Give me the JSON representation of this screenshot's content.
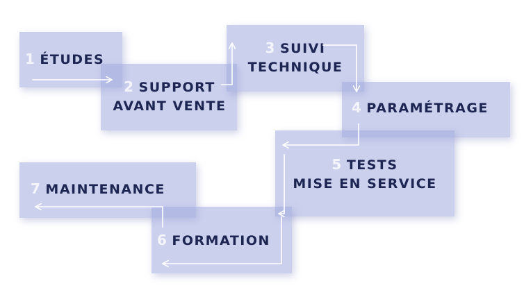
{
  "steps": [
    {
      "number": "1",
      "lines": [
        "ÉTUDES"
      ]
    },
    {
      "number": "2",
      "lines": [
        "SUPPORT",
        "AVANT VENTE"
      ]
    },
    {
      "number": "3",
      "lines": [
        "SUIVI",
        "TECHNIQUE"
      ]
    },
    {
      "number": "4",
      "lines": [
        "PARAMÉTRAGE"
      ]
    },
    {
      "number": "5",
      "lines": [
        "TESTS",
        "MISE EN SERVICE"
      ]
    },
    {
      "number": "6",
      "lines": [
        "FORMATION"
      ]
    },
    {
      "number": "7",
      "lines": [
        "MAINTENANCE"
      ]
    }
  ],
  "colors": {
    "box_fill": "#a0aade",
    "text": "#1d2552",
    "number": "#f4f5fb",
    "arrow": "#ffffff"
  }
}
